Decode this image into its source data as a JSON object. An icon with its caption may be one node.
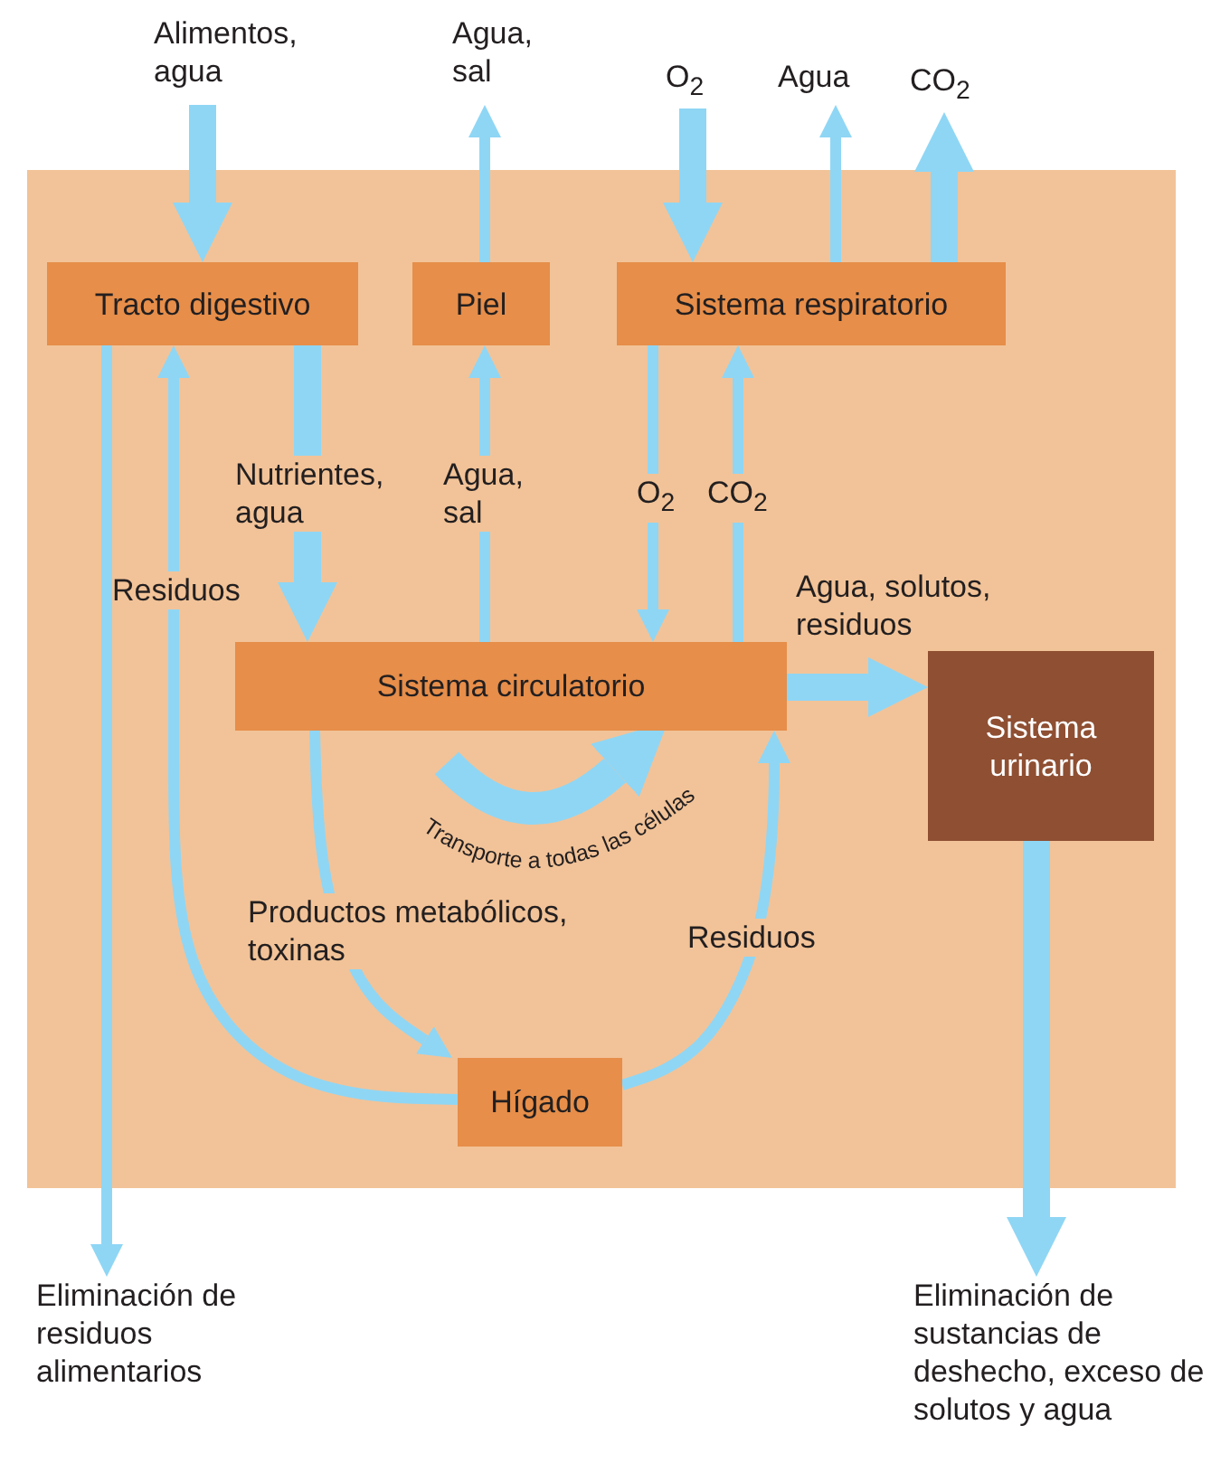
{
  "diagram": {
    "nodes": [
      {
        "text": [],
        "shape": "box"
      },
      {
        "text": [
          "Alimentos, agua"
        ]
      },
      {
        "text": [
          "Agua, sal"
        ]
      },
      {
        "text": [
          "O$_{2}$"
        ]
      },
      {
        "text": [
          "Agua"
        ]
      },
      {
        "text": [
          "CO$_{2}$"
        ]
      },
      {
        "text": [
          "Tracto digestivo"
        ],
        "in": 0
      },
      {
        "text": [
          "Piel"
        ],
        "in": 0
      },
      {
        "text": [
          "Sistema respiratorio"
        ],
        "in": 0
      },
      {
        "text": [
          "Sistema circulatorio"
        ],
        "in": 0
      },
      {
        "text": [
          "Sistema urinario"
        ],
        "in": 0
      },
      {
        "text": [
          "Hígado"
        ],
        "in": 0
      },
      {
        "text": [
          "Eliminación de residuos alimentarios"
        ]
      },
      {
        "text": [
          "Eliminación de sustancias de deshecho, exceso de solutos y agua"
        ]
      }
    ],
    "edges": [
      {
        "from": 1,
        "to": 6,
        "arrow": "to",
        "style": "thick"
      },
      {
        "from": 6,
        "to": 12,
        "arrow": "to"
      },
      {
        "from": 11,
        "to": 6,
        "arrow": "to",
        "label": "Residuos"
      },
      {
        "from": 6,
        "to": 9,
        "arrow": "to",
        "label": "Nutrientes, agua",
        "style": "thick"
      },
      {
        "from": 9,
        "to": 7,
        "arrow": "to",
        "label": "Agua, sal"
      },
      {
        "from": 7,
        "to": 2,
        "arrow": "to"
      },
      {
        "from": 3,
        "to": 8,
        "arrow": "to",
        "style": "thick"
      },
      {
        "from": 8,
        "to": 4,
        "arrow": "to"
      },
      {
        "from": 8,
        "to": 5,
        "arrow": "to",
        "style": "thick"
      },
      {
        "from": 8,
        "to": 9,
        "arrow": "to",
        "label": "O$_{2}$"
      },
      {
        "from": 9,
        "to": 8,
        "arrow": "to",
        "label": "CO$_{2}$"
      },
      {
        "from": 9,
        "to": 10,
        "arrow": "to",
        "label": "Agua, solutos, residuos",
        "style": "thick"
      },
      {
        "from": 9,
        "to": 11,
        "arrow": "to",
        "label": "Productos metabólicos, toxinas"
      },
      {
        "from": 11,
        "to": 9,
        "arrow": "to",
        "label": "Residuos"
      },
      {
        "from": 10,
        "to": 13,
        "arrow": "to",
        "style": "thick"
      }
    ],
    "labels": [
      "Transporte a todas las células"
    ]
  }
}
